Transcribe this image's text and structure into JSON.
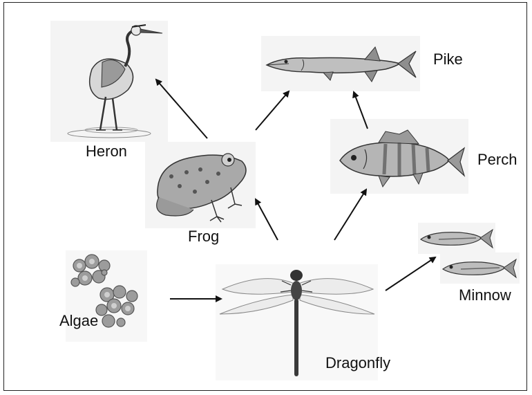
{
  "food_web": {
    "organisms": {
      "heron": {
        "label": "Heron",
        "icon": "heron-icon"
      },
      "pike": {
        "label": "Pike",
        "icon": "pike-icon"
      },
      "frog": {
        "label": "Frog",
        "icon": "frog-icon"
      },
      "perch": {
        "label": "Perch",
        "icon": "perch-icon"
      },
      "algae": {
        "label": "Algae",
        "icon": "algae-icon"
      },
      "dragonfly": {
        "label": "Dragonfly",
        "icon": "dragonfly-icon"
      },
      "minnow": {
        "label": "Minnow",
        "icon": "minnow-icon"
      }
    },
    "links": [
      {
        "from": "Frog",
        "to": "Heron"
      },
      {
        "from": "Frog",
        "to": "Pike"
      },
      {
        "from": "Perch",
        "to": "Pike"
      },
      {
        "from": "Dragonfly",
        "to": "Frog"
      },
      {
        "from": "Dragonfly",
        "to": "Perch"
      },
      {
        "from": "Algae",
        "to": "Dragonfly"
      },
      {
        "from": "Dragonfly",
        "to": "Minnow"
      }
    ]
  }
}
